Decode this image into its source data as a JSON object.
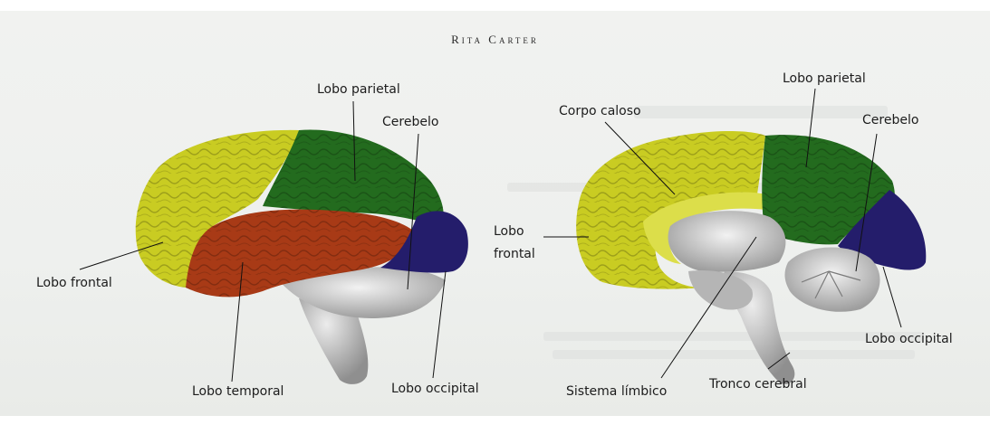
{
  "header": "Rita Carter",
  "colors": {
    "frontal": "#c9cc22",
    "parietal": "#236b1e",
    "temporal": "#a83a16",
    "occipital": "#241d6b",
    "gray": "#c9c9c9"
  },
  "left_labels": {
    "parietal": "Lobo parietal",
    "cerebelo": "Cerebelo",
    "frontal": "Lobo frontal",
    "temporal": "Lobo temporal",
    "occipital": "Lobo occipital"
  },
  "right_labels": {
    "parietal": "Lobo parietal",
    "corpo": "Corpo caloso",
    "cerebelo": "Cerebelo",
    "frontal_line1": "Lobo",
    "frontal_line2": "frontal",
    "occipital": "Lobo occipital",
    "limbico": "Sistema límbico",
    "tronco": "Tronco cerebral"
  }
}
